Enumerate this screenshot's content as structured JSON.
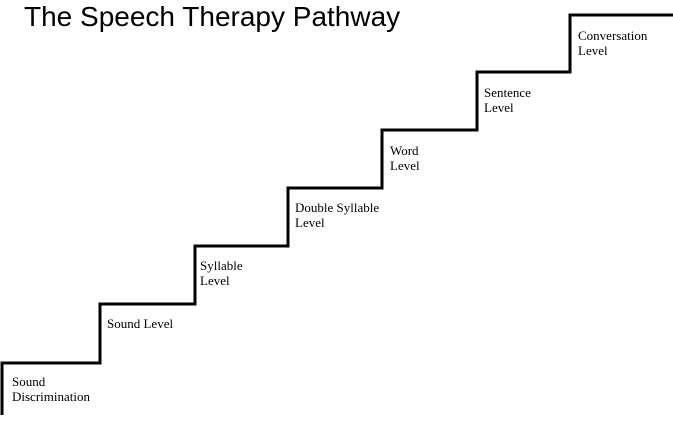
{
  "title": "The Speech Therapy Pathway",
  "diagram": {
    "type": "staircase-pathway",
    "direction": "ascending-left-to-right",
    "steps": [
      {
        "order": 1,
        "label": "Sound\nDiscrimination"
      },
      {
        "order": 2,
        "label": "Sound Level"
      },
      {
        "order": 3,
        "label": "Syllable\nLevel"
      },
      {
        "order": 4,
        "label": "Double Syllable\nLevel"
      },
      {
        "order": 5,
        "label": "Word\nLevel"
      },
      {
        "order": 6,
        "label": "Sentence\nLevel"
      },
      {
        "order": 7,
        "label": "Conversation\nLevel"
      }
    ],
    "colors": {
      "line": "#000000",
      "text": "#000000",
      "background": "#ffffff"
    }
  }
}
